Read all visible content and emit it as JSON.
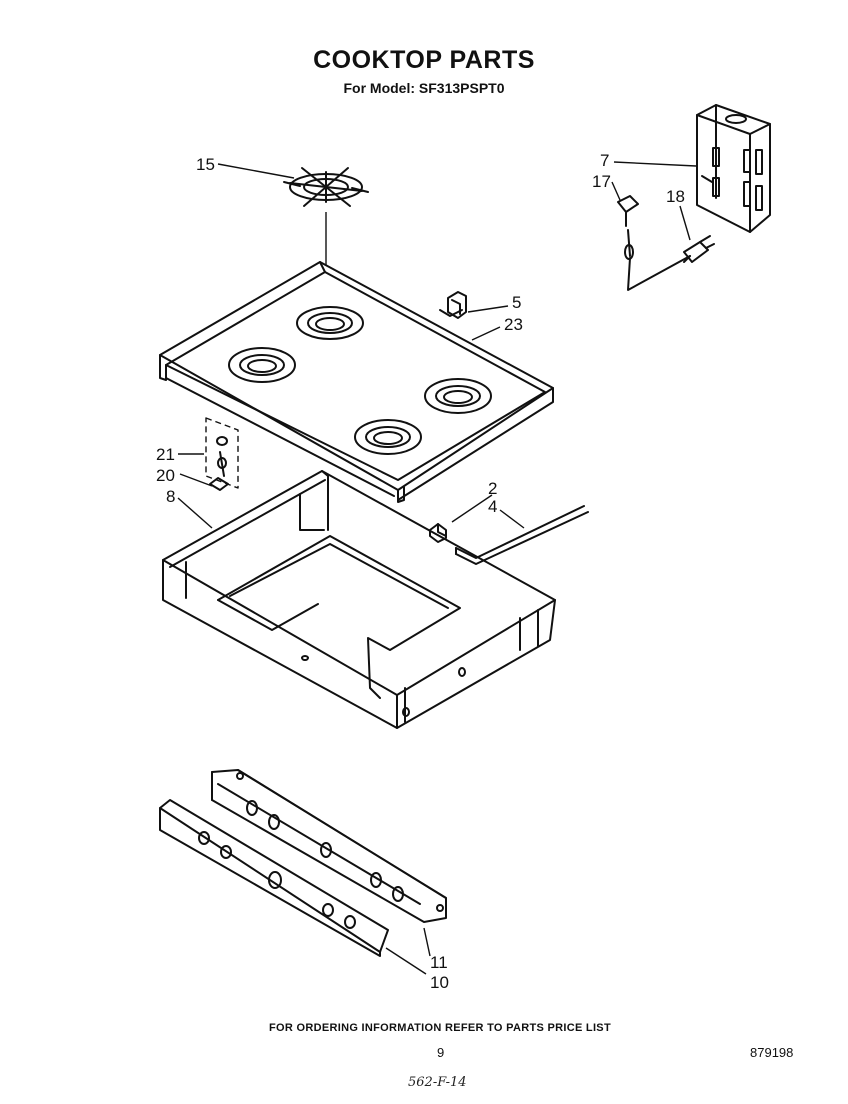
{
  "header": {
    "title": "COOKTOP PARTS",
    "subtitle": "For Model: SF313PSPT0"
  },
  "callouts": {
    "c15": "15",
    "c7": "7",
    "c17": "17",
    "c18": "18",
    "c5": "5",
    "c23": "23",
    "c21": "21",
    "c20": "20",
    "c8": "8",
    "c2": "2",
    "c4": "4",
    "c11": "11",
    "c10": "10"
  },
  "footer": {
    "ordering_note": "FOR ORDERING INFORMATION REFER TO PARTS PRICE LIST",
    "page_number": "9",
    "document_number": "879198",
    "handwritten_note": "562-F-14"
  }
}
